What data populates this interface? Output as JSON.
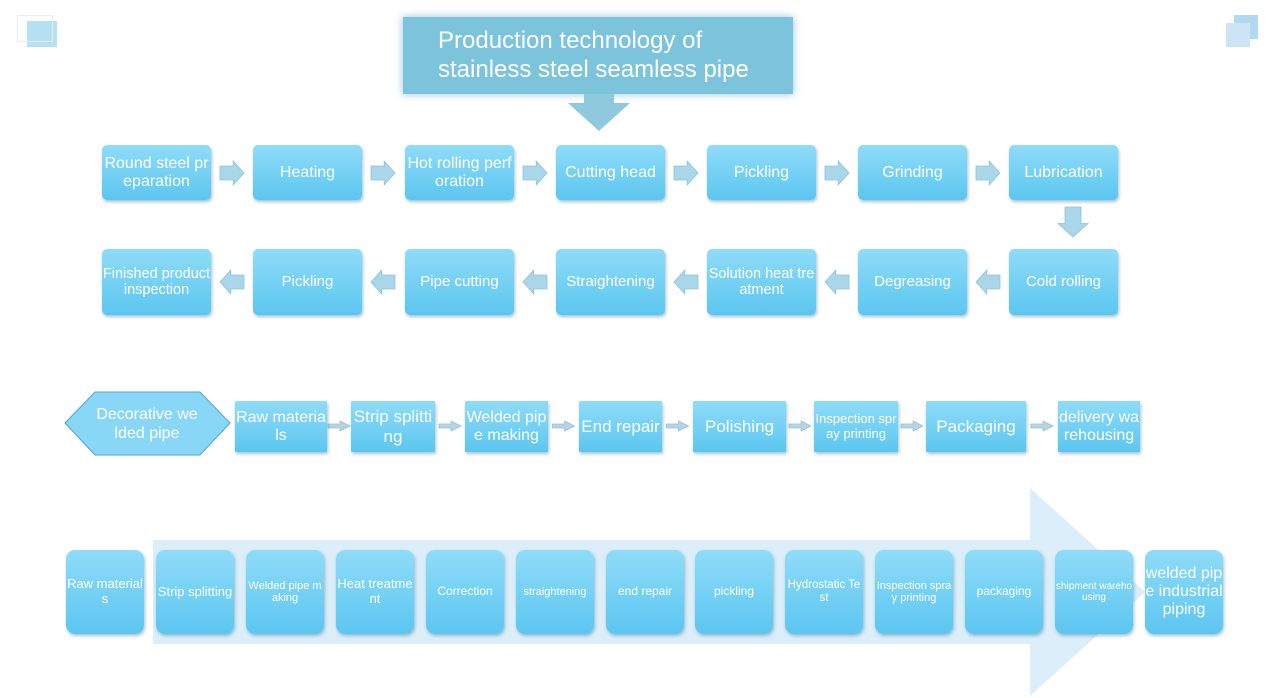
{
  "title": {
    "line1": "Production technology of",
    "line2": "stainless steel seamless pipe"
  },
  "seamless_row1": [
    "Round steel preparation",
    "Heating",
    "Hot rolling perforation",
    "Cutting head",
    "Pickling",
    "Grinding",
    "Lubrication"
  ],
  "seamless_row2": [
    "Finished product inspection",
    "Pickling",
    "Pipe cutting",
    "Straightening",
    "Solution heat treatment",
    "Degreasing",
    "Cold rolling"
  ],
  "decorative": {
    "label": "Decorative welded pipe",
    "steps": [
      "Raw materials",
      "Strip splitting",
      "Welded pipe making",
      "End repair",
      "Polishing",
      "Inspection spray printing",
      "Packaging",
      "delivery warehousing"
    ]
  },
  "industrial": {
    "label": "welded pipe industrial piping",
    "steps": [
      "Raw materials",
      "Strip splitting",
      "Welded pipe making",
      "Heat treatment",
      "Correction",
      "straightening",
      "end repair",
      "pickling",
      "Hydrostatic Test",
      "Inspection spray printing",
      "packaging",
      "shipment warehousing"
    ]
  },
  "colors": {
    "box_top": "#8fdcf8",
    "box_bottom": "#5cc6f0",
    "title_bg": "#7cc3dc",
    "arrow": "#a9d6e8",
    "big_arrow": "#dbeef9"
  }
}
